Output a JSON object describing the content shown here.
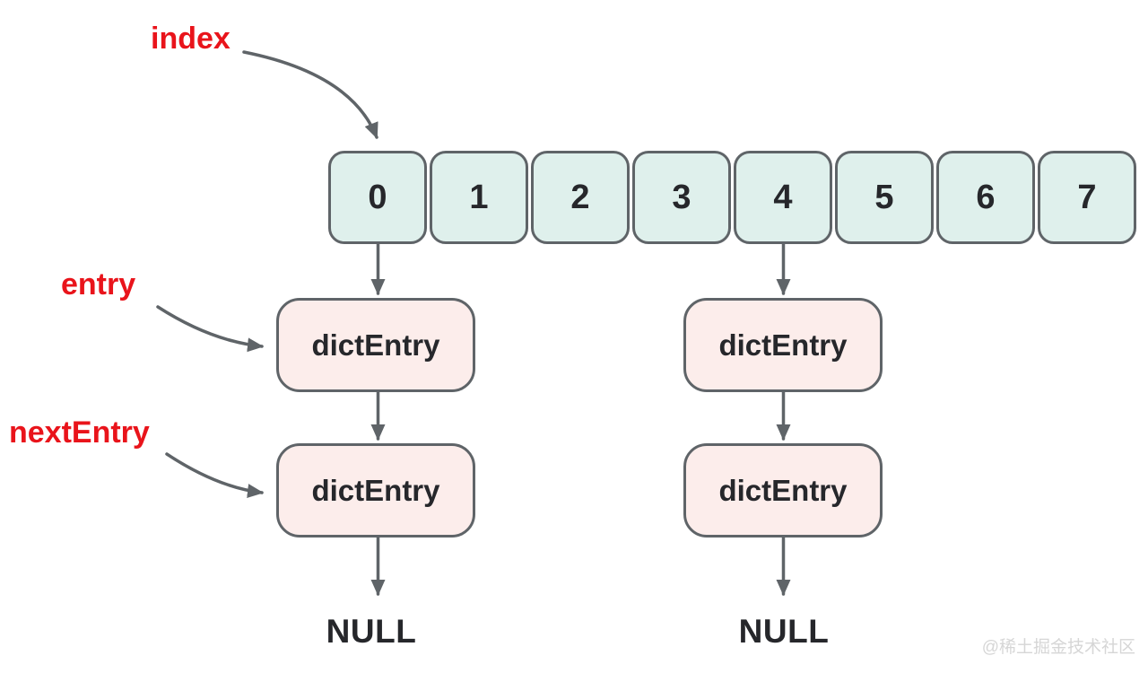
{
  "diagram": {
    "labels": {
      "index": "index",
      "entry": "entry",
      "next_entry": "nextEntry"
    },
    "array_cells": [
      "0",
      "1",
      "2",
      "3",
      "4",
      "5",
      "6",
      "7"
    ],
    "chains": [
      {
        "bucket_index": "0",
        "nodes": [
          "dictEntry",
          "dictEntry"
        ],
        "terminal": "NULL"
      },
      {
        "bucket_index": "4",
        "nodes": [
          "dictEntry",
          "dictEntry"
        ],
        "terminal": "NULL"
      }
    ],
    "watermark": "@稀土掘金技术社区"
  },
  "colors": {
    "label_red": "#e9141b",
    "cell_fill": "#dff0ec",
    "cell_border": "#5f6468",
    "entry_fill": "#fcedeb",
    "entry_border": "#5f6468",
    "arrow_gray": "#5f6468",
    "text_dark": "#26272b",
    "watermark_gray": "#d6d6d6",
    "background": "#ffffff"
  }
}
